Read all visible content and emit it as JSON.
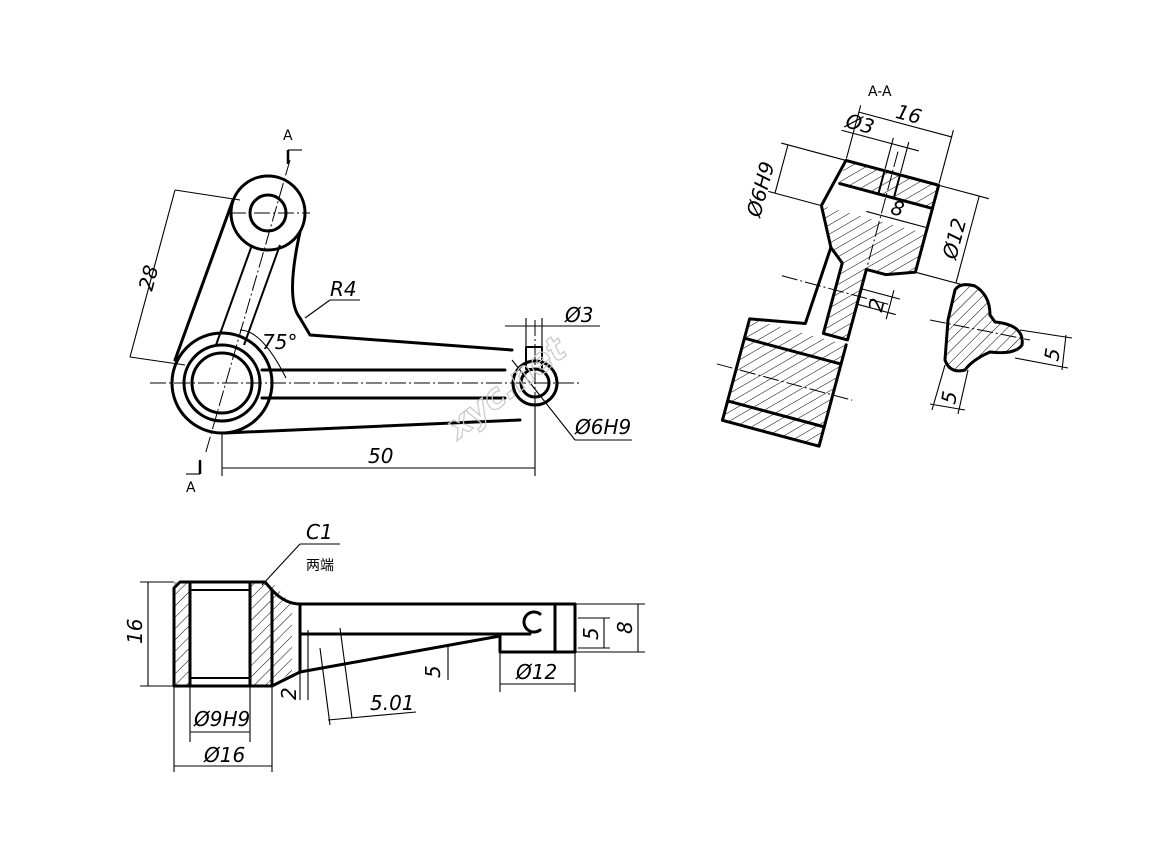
{
  "front_view": {
    "section_mark_top": "A",
    "section_mark_bottom": "A",
    "dim_height": "28",
    "dim_radius": "R4",
    "dim_angle": "75°",
    "dim_pin_hole": "Ø3",
    "dim_hole_fit": "Ø6H9",
    "dim_length": "50"
  },
  "bottom_view": {
    "chamfer": "C1",
    "chamfer_note": "两端",
    "dim_height": "16",
    "dim_bore": "Ø9H9",
    "dim_boss": "Ø16",
    "dim_step": "2",
    "dim_slope": "5.01",
    "dim_rise": "5",
    "dim_end_dia": "Ø12",
    "dim_end_inner": "5",
    "dim_end_outer": "8"
  },
  "section_view": {
    "title": "A-A",
    "dim_width": "16",
    "dim_pin": "Ø3",
    "dim_inner": "8",
    "dim_outer": "Ø12",
    "dim_hole": "Ø6H9",
    "dim_step": "2"
  },
  "rib_section": {
    "dim_thickness": "5",
    "dim_width": "5"
  },
  "watermark": "xyc.net"
}
